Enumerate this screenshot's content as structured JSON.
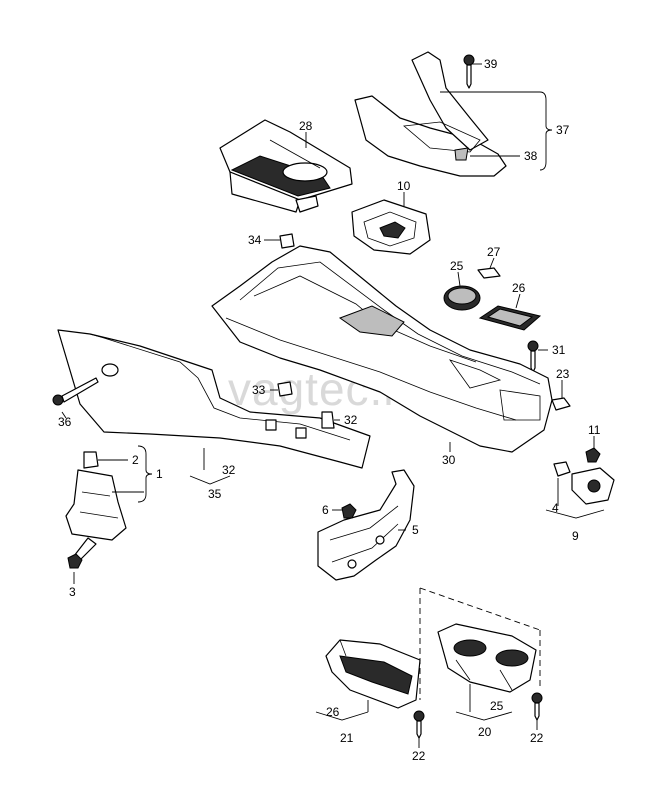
{
  "watermark": "vagtec.ru",
  "callouts": [
    "39",
    "37",
    "38",
    "28",
    "10",
    "34",
    "27",
    "25",
    "26",
    "31",
    "33",
    "23",
    "36",
    "32",
    "30",
    "11",
    "2",
    "1",
    "32",
    "35",
    "6",
    "5",
    "4",
    "9",
    "3",
    "26",
    "21",
    "22",
    "25",
    "20",
    "22"
  ]
}
